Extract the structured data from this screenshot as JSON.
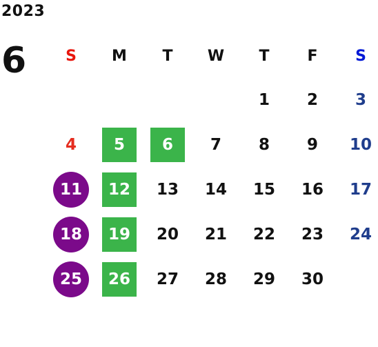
{
  "calendar": {
    "year": "2023",
    "month": "6",
    "weekdays": [
      "S",
      "M",
      "T",
      "W",
      "T",
      "F",
      "S"
    ],
    "colors": {
      "sunday_header": "#e8160d",
      "saturday_header": "#0018d6",
      "sunday_day": "#e52d1f",
      "saturday_day": "#1f3d8c",
      "highlight_green": "#3bb44a",
      "highlight_purple": "#7b0a8a"
    },
    "weeks": [
      [
        {
          "day": "",
          "style": "none"
        },
        {
          "day": "",
          "style": "none"
        },
        {
          "day": "",
          "style": "none"
        },
        {
          "day": "",
          "style": "none"
        },
        {
          "day": "1",
          "style": "plain"
        },
        {
          "day": "2",
          "style": "plain"
        },
        {
          "day": "3",
          "style": "sat"
        }
      ],
      [
        {
          "day": "4",
          "style": "sun"
        },
        {
          "day": "5",
          "style": "green"
        },
        {
          "day": "6",
          "style": "green"
        },
        {
          "day": "7",
          "style": "plain"
        },
        {
          "day": "8",
          "style": "plain"
        },
        {
          "day": "9",
          "style": "plain"
        },
        {
          "day": "10",
          "style": "sat"
        }
      ],
      [
        {
          "day": "11",
          "style": "purple"
        },
        {
          "day": "12",
          "style": "green"
        },
        {
          "day": "13",
          "style": "plain"
        },
        {
          "day": "14",
          "style": "plain"
        },
        {
          "day": "15",
          "style": "plain"
        },
        {
          "day": "16",
          "style": "plain"
        },
        {
          "day": "17",
          "style": "sat"
        }
      ],
      [
        {
          "day": "18",
          "style": "purple"
        },
        {
          "day": "19",
          "style": "green"
        },
        {
          "day": "20",
          "style": "plain"
        },
        {
          "day": "21",
          "style": "plain"
        },
        {
          "day": "22",
          "style": "plain"
        },
        {
          "day": "23",
          "style": "plain"
        },
        {
          "day": "24",
          "style": "sat"
        }
      ],
      [
        {
          "day": "25",
          "style": "purple"
        },
        {
          "day": "26",
          "style": "green"
        },
        {
          "day": "27",
          "style": "plain"
        },
        {
          "day": "28",
          "style": "plain"
        },
        {
          "day": "29",
          "style": "plain"
        },
        {
          "day": "30",
          "style": "plain"
        },
        {
          "day": "",
          "style": "none"
        }
      ]
    ]
  }
}
